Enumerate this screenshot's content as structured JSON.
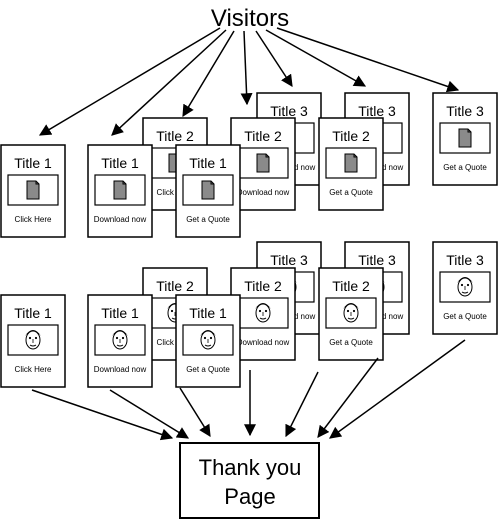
{
  "header": {
    "visitors": "Visitors"
  },
  "card_titles": {
    "t1": "Title 1",
    "t2": "Title 2",
    "t3": "Title 3"
  },
  "cta_labels": {
    "click": "Click Here",
    "download": "Download now",
    "quote": "Get a Quote"
  },
  "footer": {
    "line1": "Thank you",
    "line2": "Page"
  },
  "icons": {
    "row1": "document-icon",
    "row2": "face-icon"
  }
}
